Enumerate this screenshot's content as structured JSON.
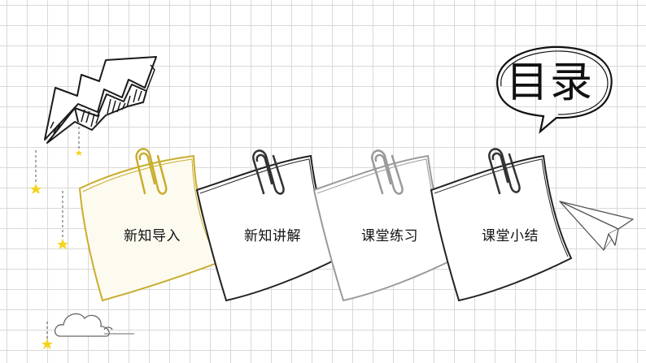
{
  "title": "目录",
  "items": [
    {
      "label": "新知导入"
    },
    {
      "label": "新知讲解"
    },
    {
      "label": "课堂练习"
    },
    {
      "label": "课堂小结"
    }
  ],
  "colors": {
    "gold": "#c9ad2e",
    "black": "#222222",
    "gray": "#9a9a9a",
    "star": "#f5d31f",
    "grid": "#d9d9d9"
  }
}
